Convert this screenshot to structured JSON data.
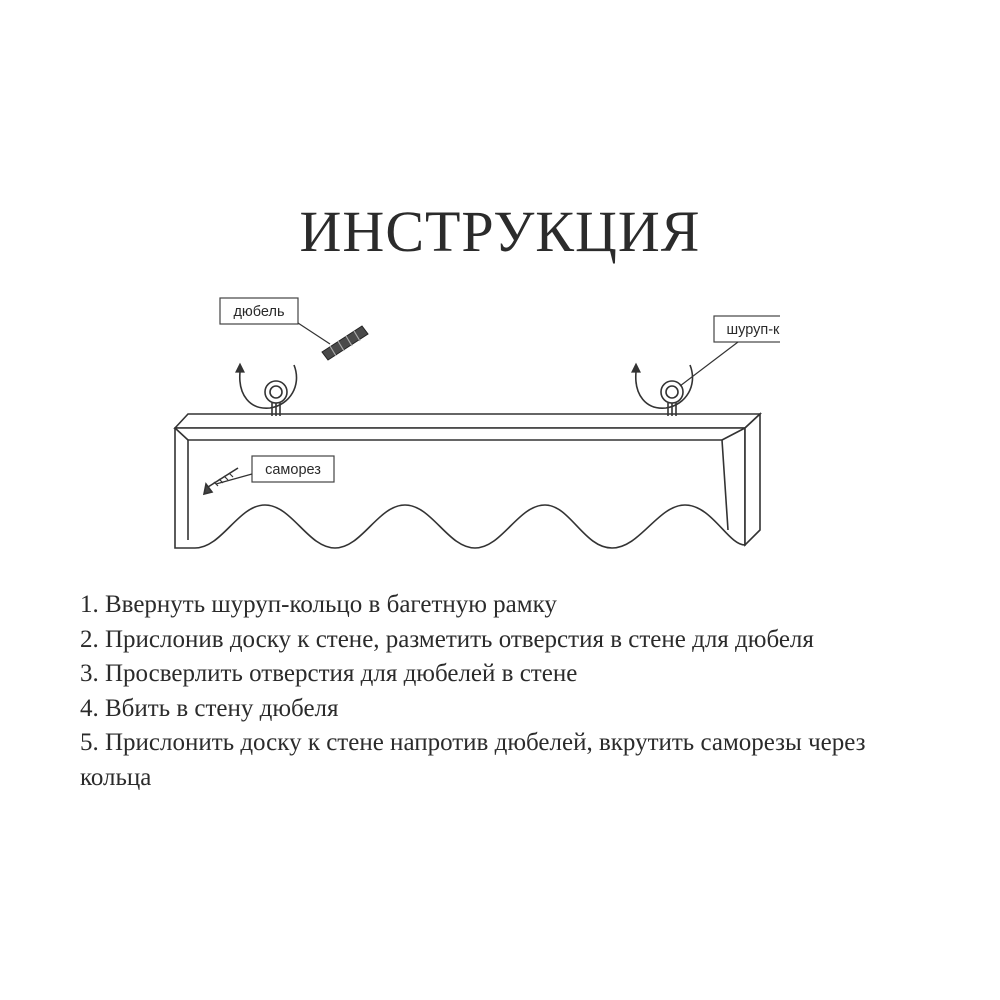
{
  "title": "ИНСТРУКЦИЯ",
  "diagram": {
    "labels": {
      "dowel": "дюбель",
      "ring_screw": "шуруп-кольцо",
      "wood_screw": "саморез"
    }
  },
  "steps": [
    "1. Ввернуть шуруп-кольцо в багетную рамку",
    "2. Прислонив доску к стене, разметить отверстия в стене для дюбеля",
    "3. Просверлить отверстия для дюбелей в стене",
    "4. Вбить в стену дюбеля",
    "5. Прислонить доску к стене напротив дюбелей, вкрутить саморезы через кольца"
  ],
  "colors": {
    "line": "#333333",
    "text": "#2b2b2b",
    "background": "#ffffff"
  }
}
